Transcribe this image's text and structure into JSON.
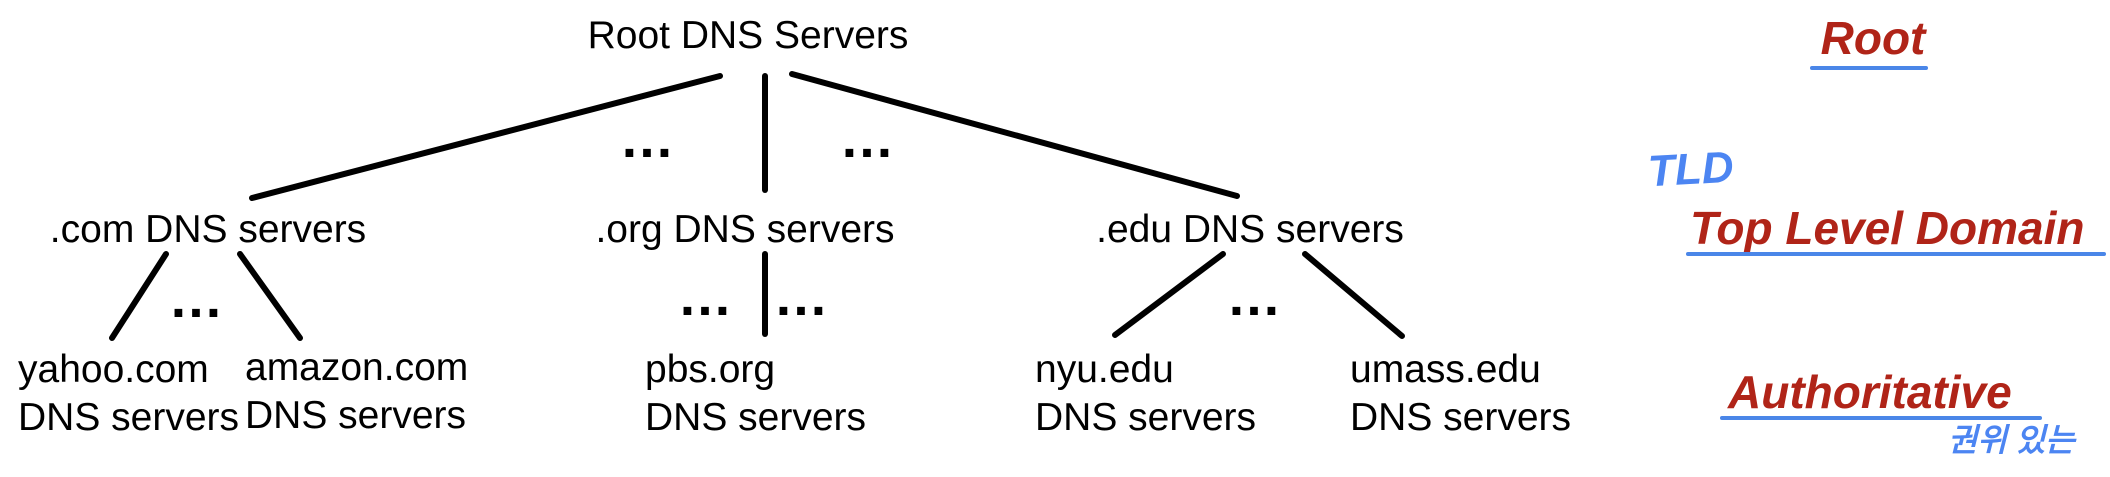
{
  "diagram": {
    "title_node": "Root DNS Servers",
    "tld_servers": [
      {
        "label": ".com DNS servers"
      },
      {
        "label": ".org DNS servers"
      },
      {
        "label": ".edu DNS servers"
      }
    ],
    "authoritative_servers": [
      {
        "line1": "yahoo.com",
        "line2": "DNS servers"
      },
      {
        "line1": "amazon.com",
        "line2": "DNS servers"
      },
      {
        "line1": "pbs.org",
        "line2": "DNS servers"
      },
      {
        "line1": "nyu.edu",
        "line2": "DNS servers"
      },
      {
        "line1": "umass.edu",
        "line2": "DNS servers"
      }
    ],
    "ellipsis": "…"
  },
  "annotations": {
    "root_label": "Root",
    "tld_handwritten": "TLD",
    "tld_label": "Top Level Domain",
    "authoritative_label": "Authoritative",
    "authoritative_korean": "권위 있는"
  },
  "colors": {
    "tree_text": "#000000",
    "tree_line": "#000000",
    "annotation_red": "#b02418",
    "underline_blue": "#4a86e8",
    "handwriting_blue": "#4c85f2"
  }
}
